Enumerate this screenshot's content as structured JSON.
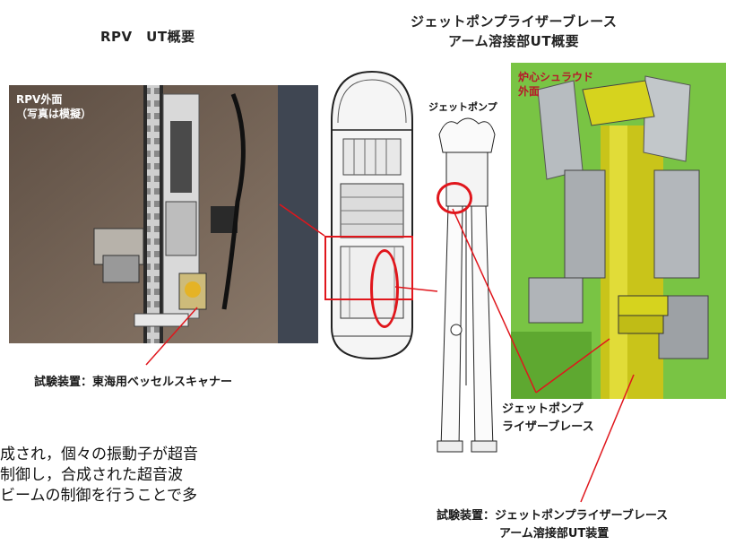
{
  "titles": {
    "rpv": "RPV　UT概要",
    "jp_line1": "ジェットポンプライザーブレース",
    "jp_line2": "アーム溶接部UT概要"
  },
  "photo_labels": {
    "rpv_outer": "RPV外面",
    "rpv_note": "（写真は模擬）",
    "jet_pump": "ジェットポンプ",
    "shroud_line1": "炉心シュラウド",
    "shroud_line2": "外面"
  },
  "callouts": {
    "brace_line1": "ジェットポンプ",
    "brace_line2": "ライザーブレース"
  },
  "captions": {
    "rpv_device": "試験装置：東海用ベッセルスキャナー",
    "jp_device_line1": "試験装置：ジェットポンプライザーブレース",
    "jp_device_line2": "アーム溶接部UT装置"
  },
  "body_text": [
    "成され，個々の振動子が超音",
    "制御し，合成された超音波",
    "ビームの制御を行うことで多"
  ],
  "colors": {
    "highlight_red": "#e0161c",
    "shroud_green": "#6fbf3a",
    "brace_yellow": "#d6d31e",
    "wall_brown": "#6b5a4c"
  }
}
